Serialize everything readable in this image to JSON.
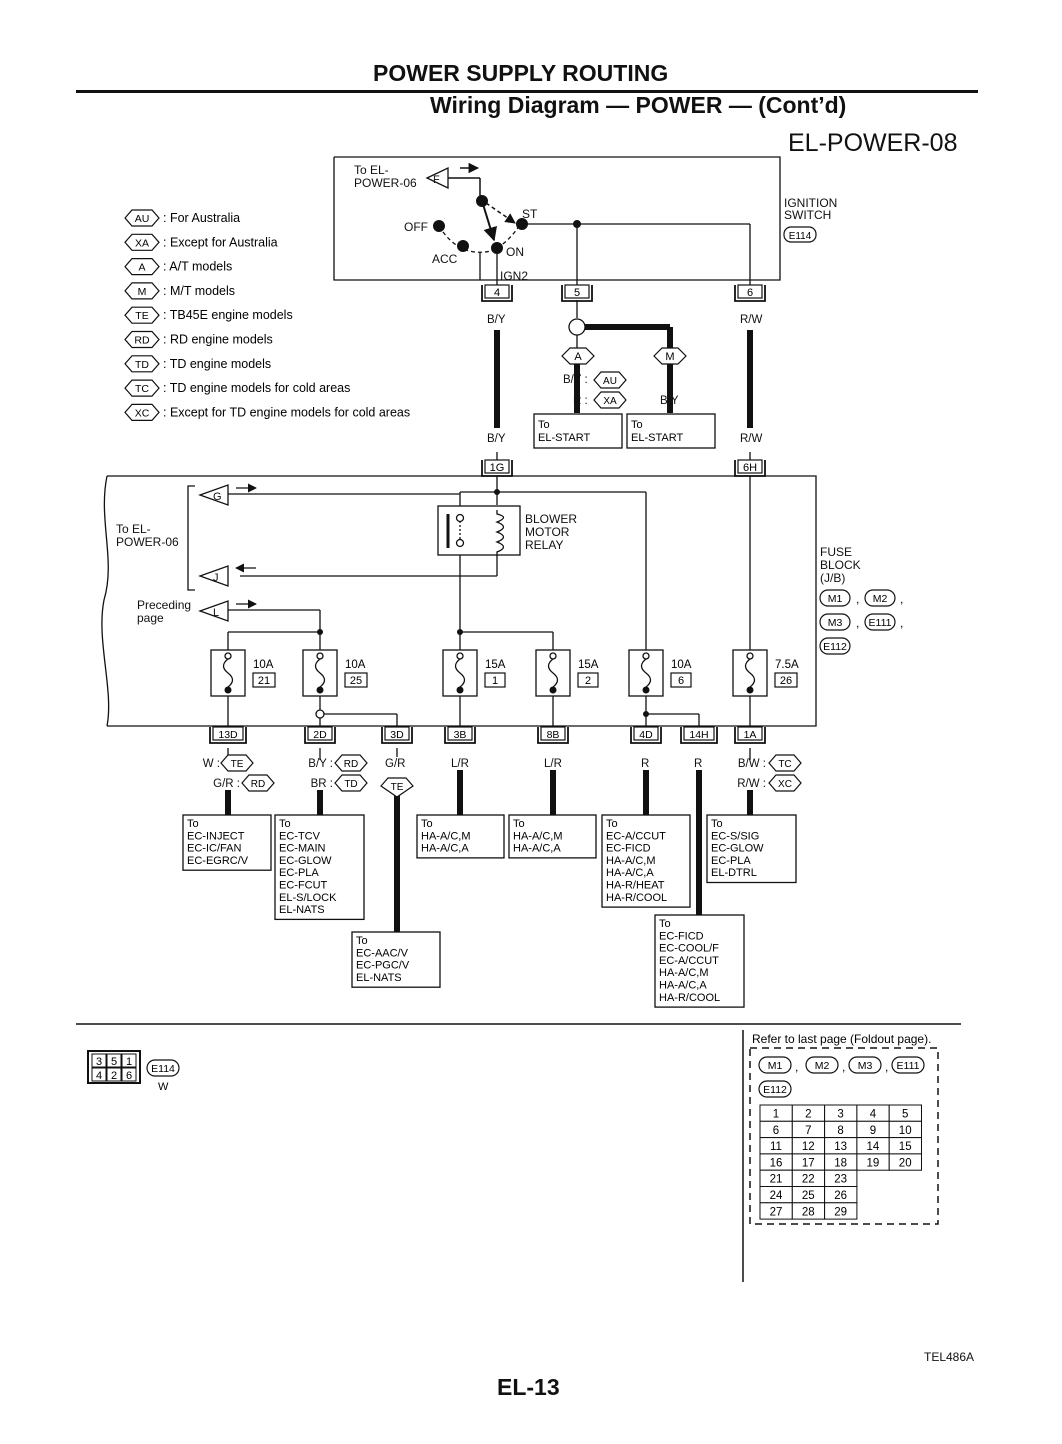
{
  "header": {
    "title": "POWER SUPPLY ROUTING",
    "subtitle": "Wiring Diagram — POWER — (Cont’d)",
    "diagram_code": "EL-POWER-08"
  },
  "legend": [
    {
      "code": "AU",
      "text": ": For Australia"
    },
    {
      "code": "XA",
      "text": ": Except for Australia"
    },
    {
      "code": "A",
      "text": ": A/T models"
    },
    {
      "code": "M",
      "text": ": M/T models"
    },
    {
      "code": "TE",
      "text": ": TB45E engine models"
    },
    {
      "code": "RD",
      "text": ": RD engine models"
    },
    {
      "code": "TD",
      "text": ": TD engine models"
    },
    {
      "code": "TC",
      "text": ": TD engine models for cold areas"
    },
    {
      "code": "XC",
      "text": ": Except for TD engine models  for cold areas"
    }
  ],
  "ignition_switch": {
    "to_line1": "To EL-",
    "to_line2": "POWER-06",
    "flag": "F",
    "label_line1": "IGNITION",
    "label_line2": "SWITCH",
    "connector": "E114",
    "pos_off": "OFF",
    "pos_acc": "ACC",
    "pos_on": "ON",
    "pos_st": "ST",
    "ign2": "IGN2",
    "terminals": [
      "4",
      "5",
      "6"
    ]
  },
  "wires_upper": {
    "by_left": "B/Y",
    "rw_right": "R/W",
    "by_left_lower": "B/Y",
    "rw_right_lower": "R/W",
    "branch_a": "A",
    "branch_m": "M",
    "by_au_label": "B/Y :",
    "au_code": "AU",
    "r_xa_label": "R :",
    "xa_code": "XA",
    "by_m": "B/Y",
    "start_box1": [
      "To",
      "EL-START"
    ],
    "start_box2": [
      "To",
      "EL-START"
    ]
  },
  "fuse_block": {
    "label_line1": "FUSE",
    "label_line2": "BLOCK",
    "label_line3": "(J/B)",
    "connectors": [
      "M1",
      "M2",
      "M3",
      "E111",
      "E112"
    ],
    "in_connectors": [
      "1G",
      "6H"
    ],
    "to_line1": "To EL-",
    "to_line2": "POWER-06",
    "flag_g": "G",
    "flag_j": "J",
    "flag_l": "L",
    "preceding_line1": "Preceding",
    "preceding_line2": "page",
    "relay_line1": "BLOWER",
    "relay_line2": "MOTOR",
    "relay_line3": "RELAY",
    "fuses": [
      {
        "amp": "10A",
        "num": "21"
      },
      {
        "amp": "10A",
        "num": "25"
      },
      {
        "amp": "15A",
        "num": "1"
      },
      {
        "amp": "15A",
        "num": "2"
      },
      {
        "amp": "10A",
        "num": "6"
      },
      {
        "amp": "7.5A",
        "num": "26"
      }
    ],
    "out_connectors": [
      "13D",
      "2D",
      "3D",
      "3B",
      "8B",
      "4D",
      "14H",
      "1A"
    ]
  },
  "wires_lower": {
    "w_te": "W :",
    "te1": "TE",
    "gr_rd": "G/R :",
    "rd1": "RD",
    "by_rd": "B/Y :",
    "rd2": "RD",
    "br_td": "BR :",
    "td1": "TD",
    "gr_3d": "G/R",
    "te2": "TE",
    "lr_3b": "L/R",
    "lr_8b": "L/R",
    "r_4d": "R",
    "r_14h": "R",
    "bw_tc": "B/W :",
    "tc1": "TC",
    "rw_xc": "R/W :",
    "xc1": "XC"
  },
  "destinations": [
    [
      "To",
      "EC-INJECT",
      "EC-IC/FAN",
      "EC-EGRC/V"
    ],
    [
      "To",
      "EC-TCV",
      "EC-MAIN",
      "EC-GLOW",
      "EC-PLA",
      "EC-FCUT",
      "EL-S/LOCK",
      "EL-NATS"
    ],
    [
      "To",
      "EC-AAC/V",
      "EC-PGC/V",
      "EL-NATS"
    ],
    [
      "To",
      "HA-A/C,M",
      "HA-A/C,A"
    ],
    [
      "To",
      "HA-A/C,M",
      "HA-A/C,A"
    ],
    [
      "To",
      "EC-A/CCUT",
      "EC-FICD",
      "HA-A/C,M",
      "HA-A/C,A",
      "HA-R/HEAT",
      "HA-R/COOL"
    ],
    [
      "To",
      "EC-FICD",
      "EC-COOL/F",
      "EC-A/CCUT",
      "HA-A/C,M",
      "HA-A/C,A",
      "HA-R/COOL"
    ],
    [
      "To",
      "EC-S/SIG",
      "EC-GLOW",
      "EC-PLA",
      "EL-DTRL"
    ]
  ],
  "footer": {
    "connector_pins_top": [
      "3",
      "5",
      "1"
    ],
    "connector_pins_bottom": [
      "4",
      "2",
      "6"
    ],
    "connector_id": "E114",
    "connector_color": "W",
    "refer_text": "Refer to last page (Foldout page).",
    "refer_connectors": [
      "M1",
      "M2",
      "M3",
      "E111",
      "E112"
    ],
    "fuse_numbers": [
      [
        "1",
        "2",
        "3",
        "4",
        "5"
      ],
      [
        "6",
        "7",
        "8",
        "9",
        "10"
      ],
      [
        "11",
        "12",
        "13",
        "14",
        "15"
      ],
      [
        "16",
        "17",
        "18",
        "19",
        "20"
      ],
      [
        "21",
        "22",
        "23"
      ],
      [
        "24",
        "25",
        "26"
      ],
      [
        "27",
        "28",
        "29"
      ]
    ],
    "figure_code": "TEL486A",
    "page_number": "EL-13"
  }
}
